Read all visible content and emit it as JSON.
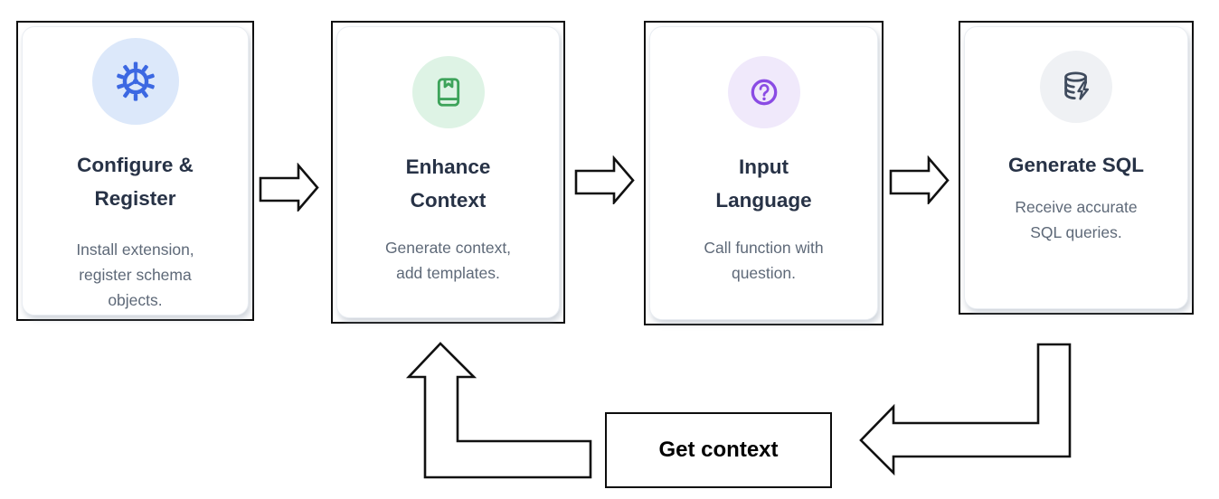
{
  "cards": [
    {
      "id": "configure-register",
      "title": "Configure &\nRegister",
      "desc": "Install extension,\nregister schema\nobjects.",
      "icon": "gear-icon",
      "icon_color": "#3c68e2",
      "icon_bg": "#dce8fa"
    },
    {
      "id": "enhance-context",
      "title": "Enhance\nContext",
      "desc": "Generate context,\nadd templates.",
      "icon": "book-icon",
      "icon_color": "#3da35a",
      "icon_bg": "#def3e5"
    },
    {
      "id": "input-language",
      "title": "Input\nLanguage",
      "desc": "Call function with\nquestion.",
      "icon": "question-mark-icon",
      "icon_color": "#8a4be4",
      "icon_bg": "#f0e9fb"
    },
    {
      "id": "generate-sql",
      "title": "Generate SQL",
      "desc": "Receive accurate\nSQL queries.",
      "icon": "database-lightning-icon",
      "icon_color": "#3f4b5d",
      "icon_bg": "#eff1f4"
    }
  ],
  "loop": {
    "label": "Get context"
  },
  "colors": {
    "card_border": "#0d0d0d",
    "title_text": "#273246",
    "desc_text": "#5e6978",
    "arrow_outline": "#111111",
    "background": "#ffffff"
  }
}
